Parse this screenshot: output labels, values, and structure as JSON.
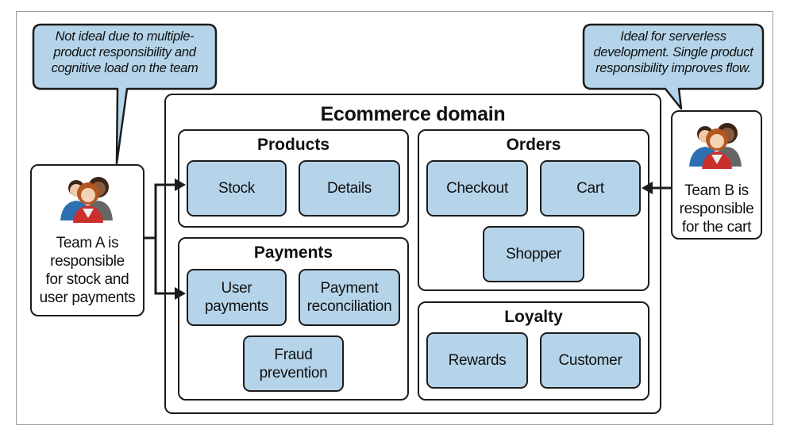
{
  "domain": {
    "title": "Ecommerce domain"
  },
  "products": {
    "title": "Products",
    "items": [
      "Stock",
      "Details"
    ]
  },
  "payments": {
    "title": "Payments",
    "items": [
      "User\npayments",
      "Payment\nreconciliation",
      "Fraud\nprevention"
    ]
  },
  "orders": {
    "title": "Orders",
    "items": [
      "Checkout",
      "Cart",
      "Shopper"
    ]
  },
  "loyalty": {
    "title": "Loyalty",
    "items": [
      "Rewards",
      "Customer"
    ]
  },
  "team_a": {
    "label": "Team A is\nresponsible\nfor stock and\nuser payments",
    "callout": "Not ideal due to multiple-\nproduct responsibility and\ncognitive load on the team"
  },
  "team_b": {
    "label": "Team B is\nresponsible\nfor the cart",
    "callout": "Ideal for serverless\ndevelopment. Single product\nresponsibility improves flow."
  },
  "colors": {
    "service_fill": "#b5d4e9",
    "callout_fill": "#b5d4e9",
    "stroke": "#1c1c1c",
    "frame": "#9a9a9a"
  },
  "icons": [
    "team-people-icon"
  ]
}
